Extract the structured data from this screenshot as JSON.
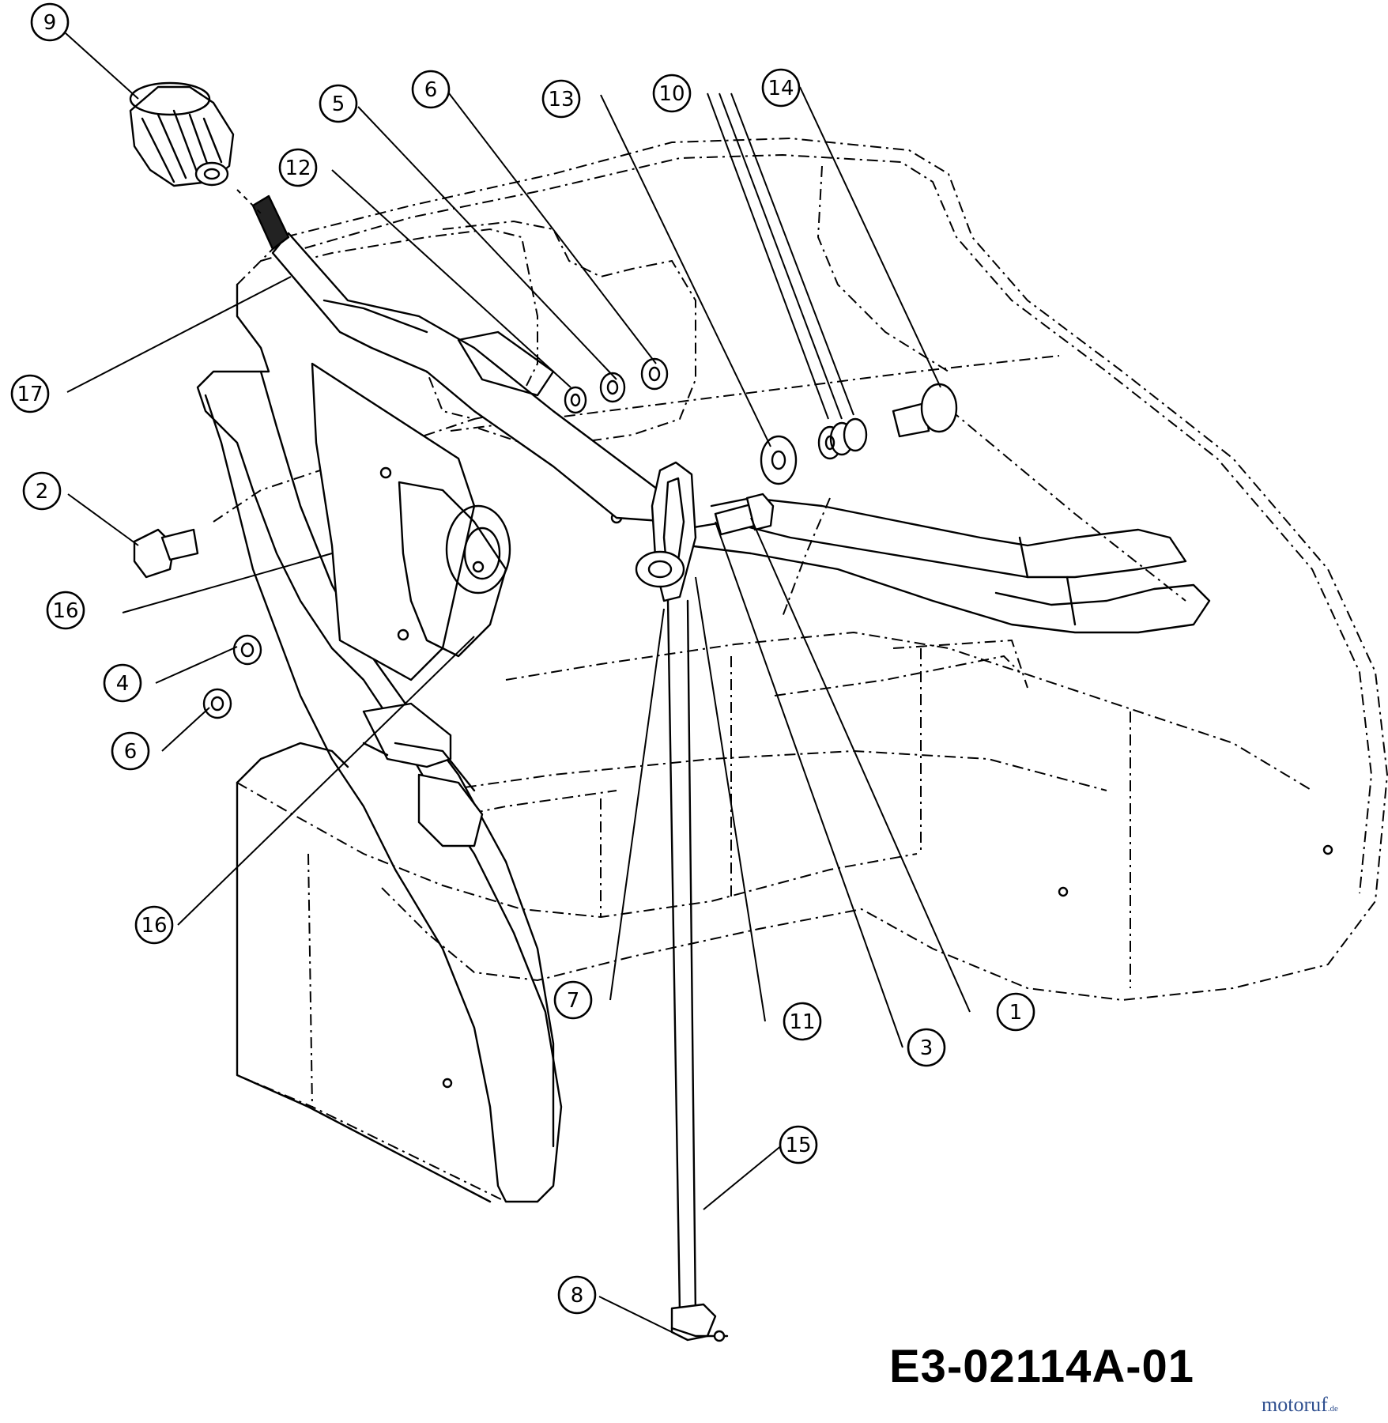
{
  "drawing_number": "E3-02114A-01",
  "watermark": {
    "main": "motoruf",
    "suffix": ".de"
  },
  "callouts": [
    {
      "id": "9",
      "label": "9"
    },
    {
      "id": "5",
      "label": "5"
    },
    {
      "id": "6-top",
      "label": "6"
    },
    {
      "id": "13",
      "label": "13"
    },
    {
      "id": "10",
      "label": "10"
    },
    {
      "id": "14",
      "label": "14"
    },
    {
      "id": "12",
      "label": "12"
    },
    {
      "id": "17",
      "label": "17"
    },
    {
      "id": "2",
      "label": "2"
    },
    {
      "id": "16-mid",
      "label": "16"
    },
    {
      "id": "4",
      "label": "4"
    },
    {
      "id": "6-left",
      "label": "6"
    },
    {
      "id": "16-low",
      "label": "16"
    },
    {
      "id": "7",
      "label": "7"
    },
    {
      "id": "11",
      "label": "11"
    },
    {
      "id": "3",
      "label": "3"
    },
    {
      "id": "1",
      "label": "1"
    },
    {
      "id": "15",
      "label": "15"
    },
    {
      "id": "8",
      "label": "8"
    }
  ]
}
